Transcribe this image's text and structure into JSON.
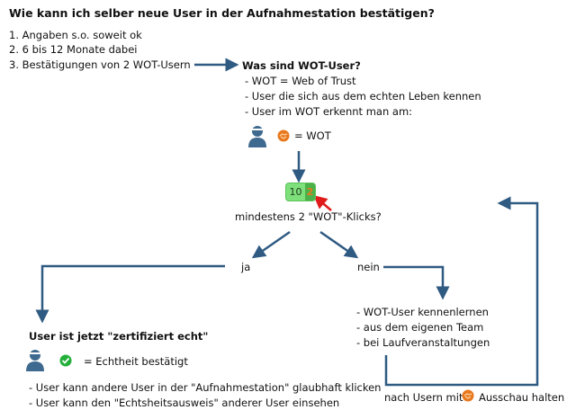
{
  "title": "Wie kann ich selber neue User in der Aufnahmestation bestätigen?",
  "steps": [
    "1. Angaben s.o. soweit ok",
    "2. 6 bis 12 Monate dabei",
    "3. Bestätigungen von 2 WOT-Usern"
  ],
  "wot_section": {
    "heading": "Was sind WOT-User?",
    "items": [
      "- WOT = Web of Trust",
      "- User die sich aus dem echten Leben kennen",
      "- User im WOT erkennt man am:"
    ],
    "legend_text": "= WOT"
  },
  "badge": {
    "count": "10",
    "clicks": "2"
  },
  "question": "mindestens 2 \"WOT\"-Klicks?",
  "branches": {
    "yes_label": "ja",
    "no_label": "nein"
  },
  "yes_section": {
    "heading": "User ist jetzt \"zertifiziert echt\"",
    "legend_text": "= Echtheit bestätigt",
    "items": [
      "- User kann andere User in der \"Aufnahmestation\" glaubhaft klicken",
      "- User kann den \"Echtsheitsausweis\" anderer User einsehen"
    ]
  },
  "no_section": {
    "items": [
      "- WOT-User kennenlernen",
      "- aus dem eigenen Team",
      "- bei Laufveranstaltungen"
    ],
    "footer_before": "nach Usern mit",
    "footer_after": "Ausschau halten"
  },
  "colors": {
    "arrow": "#2f5a82",
    "user_icon": "#3f6a8f",
    "wot_icon": "#e8781e",
    "check_icon": "#22b03a",
    "badge_green": "#7ee07a",
    "pointer_red": "#e01b1b"
  }
}
